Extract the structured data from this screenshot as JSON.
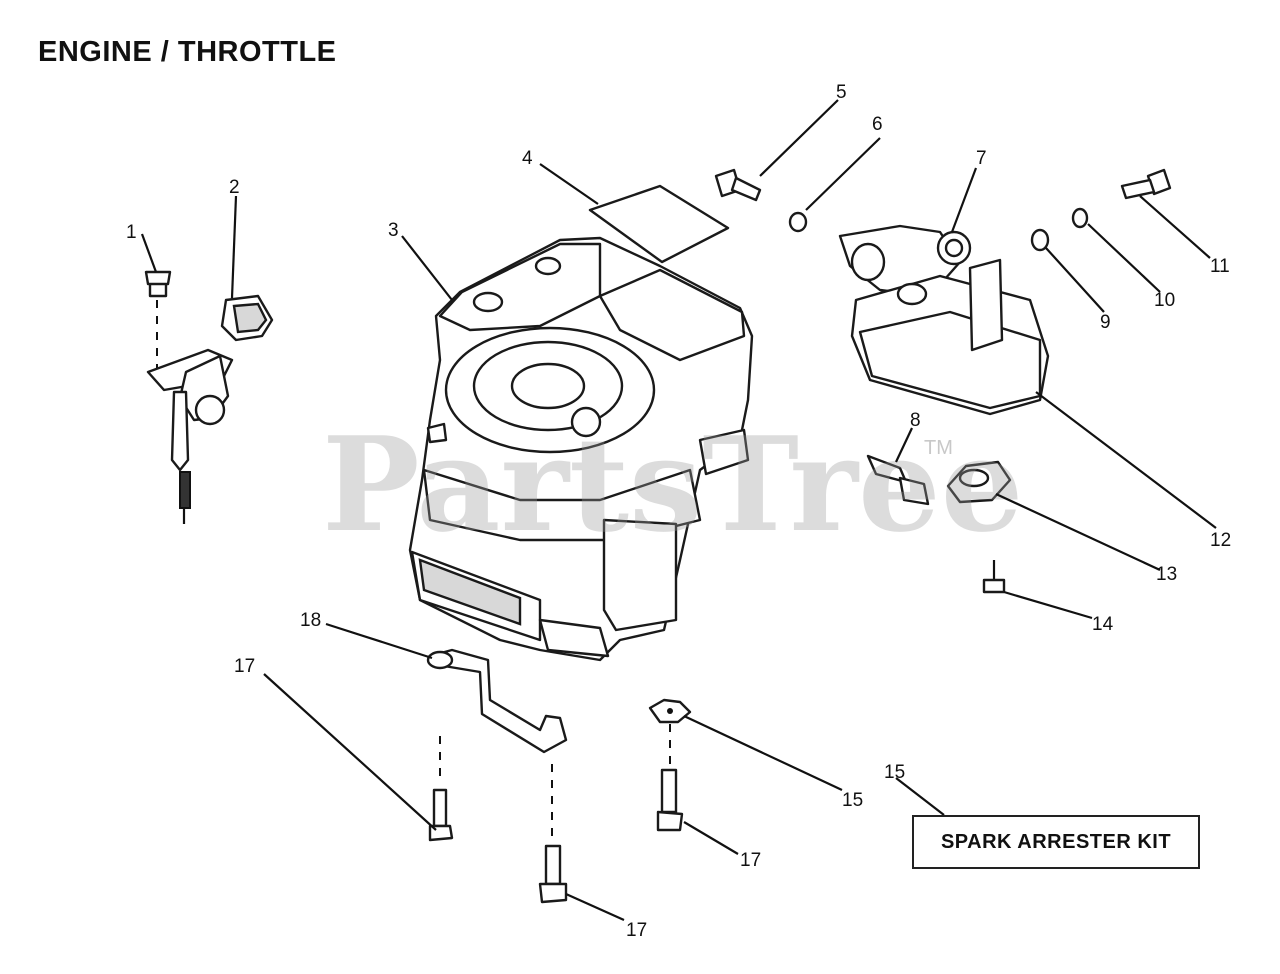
{
  "title": "ENGINE / THROTTLE",
  "watermark": {
    "text": "PartsTree",
    "mark": "TM",
    "color": "#9a9a9a"
  },
  "kit_label": "SPARK ARRESTER KIT",
  "callouts": [
    {
      "id": "c1",
      "label": "1"
    },
    {
      "id": "c2",
      "label": "2"
    },
    {
      "id": "c3",
      "label": "3"
    },
    {
      "id": "c4",
      "label": "4"
    },
    {
      "id": "c5",
      "label": "5"
    },
    {
      "id": "c6",
      "label": "6"
    },
    {
      "id": "c7",
      "label": "7"
    },
    {
      "id": "c8",
      "label": "8"
    },
    {
      "id": "c9",
      "label": "9"
    },
    {
      "id": "c10",
      "label": "10"
    },
    {
      "id": "c11",
      "label": "11"
    },
    {
      "id": "c12",
      "label": "12"
    },
    {
      "id": "c13",
      "label": "13"
    },
    {
      "id": "c14",
      "label": "14"
    },
    {
      "id": "c15a",
      "label": "15"
    },
    {
      "id": "c15b",
      "label": "15"
    },
    {
      "id": "c17a",
      "label": "17"
    },
    {
      "id": "c17b",
      "label": "17"
    },
    {
      "id": "c17c",
      "label": "17"
    },
    {
      "id": "c18",
      "label": "18"
    }
  ]
}
